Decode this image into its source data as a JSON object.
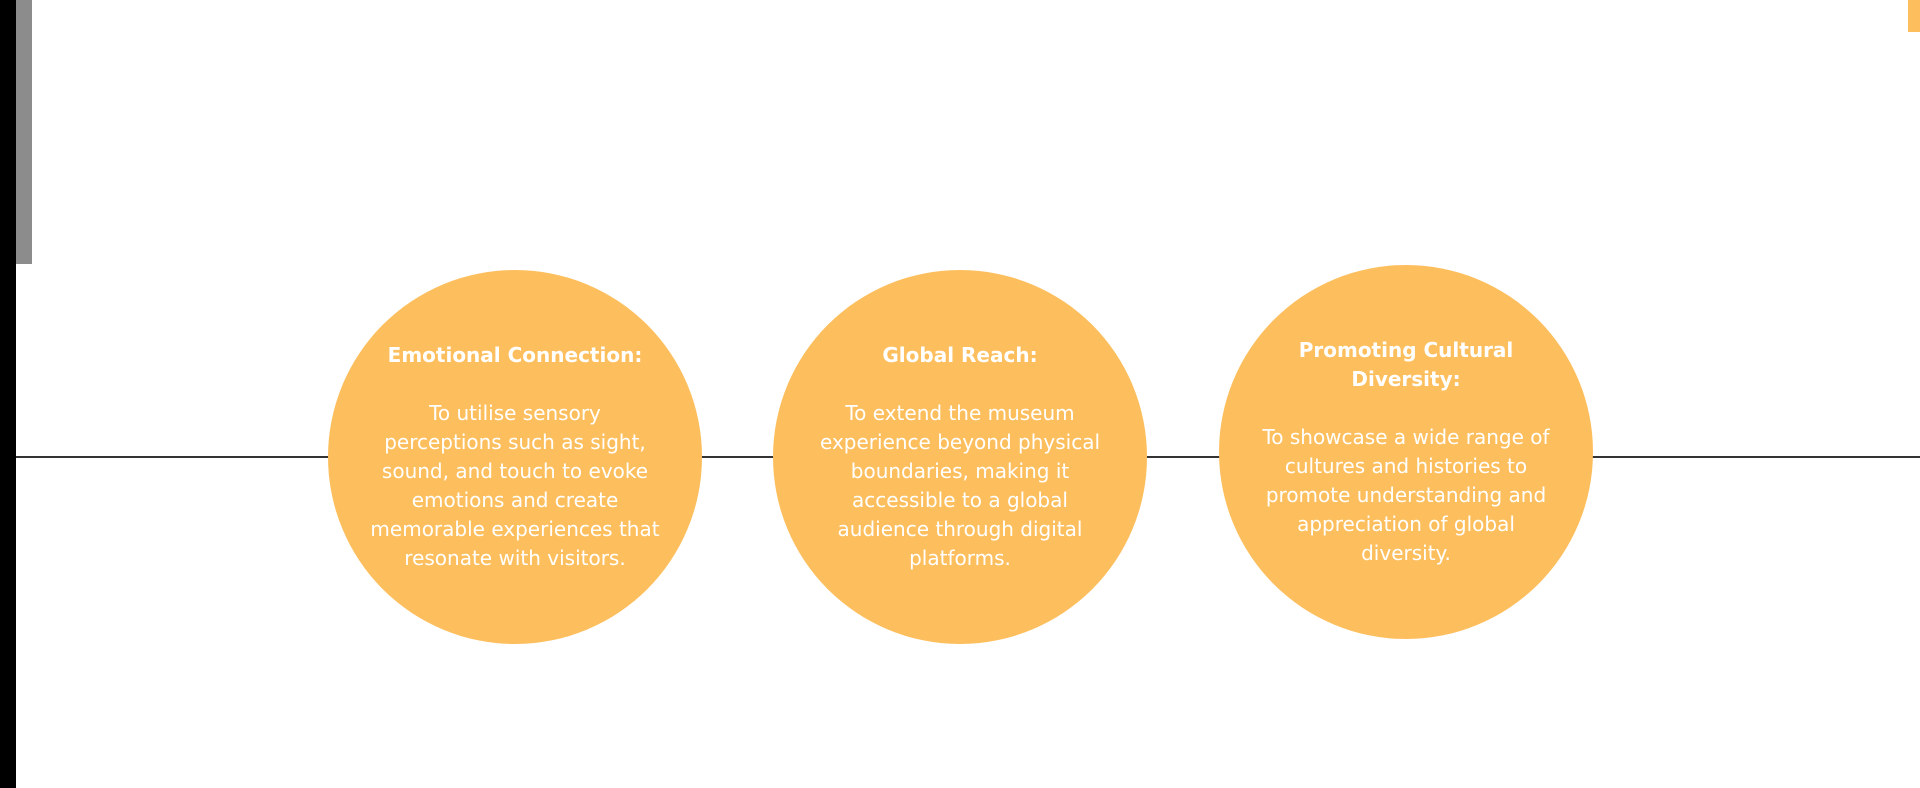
{
  "colors": {
    "circle_fill": "#fdbf5e",
    "circle_text": "#ffffff",
    "line": "#333333",
    "left_strip": "#000000",
    "left_strip_gray": "#8c8c8c",
    "accent": "#fdbf5e"
  },
  "circles": [
    {
      "title": "Emotional Connection:",
      "body": "To utilise sensory perceptions such as sight, sound, and touch to evoke emotions and create memorable experiences that resonate with visitors."
    },
    {
      "title": "Global Reach:",
      "body": "To extend the museum experience beyond physical boundaries, making it accessible to a global audience through digital platforms."
    },
    {
      "title": "Promoting Cultural Diversity:",
      "body": "To showcase a wide range of cultures and histories to promote understanding and appreciation of global diversity."
    }
  ]
}
